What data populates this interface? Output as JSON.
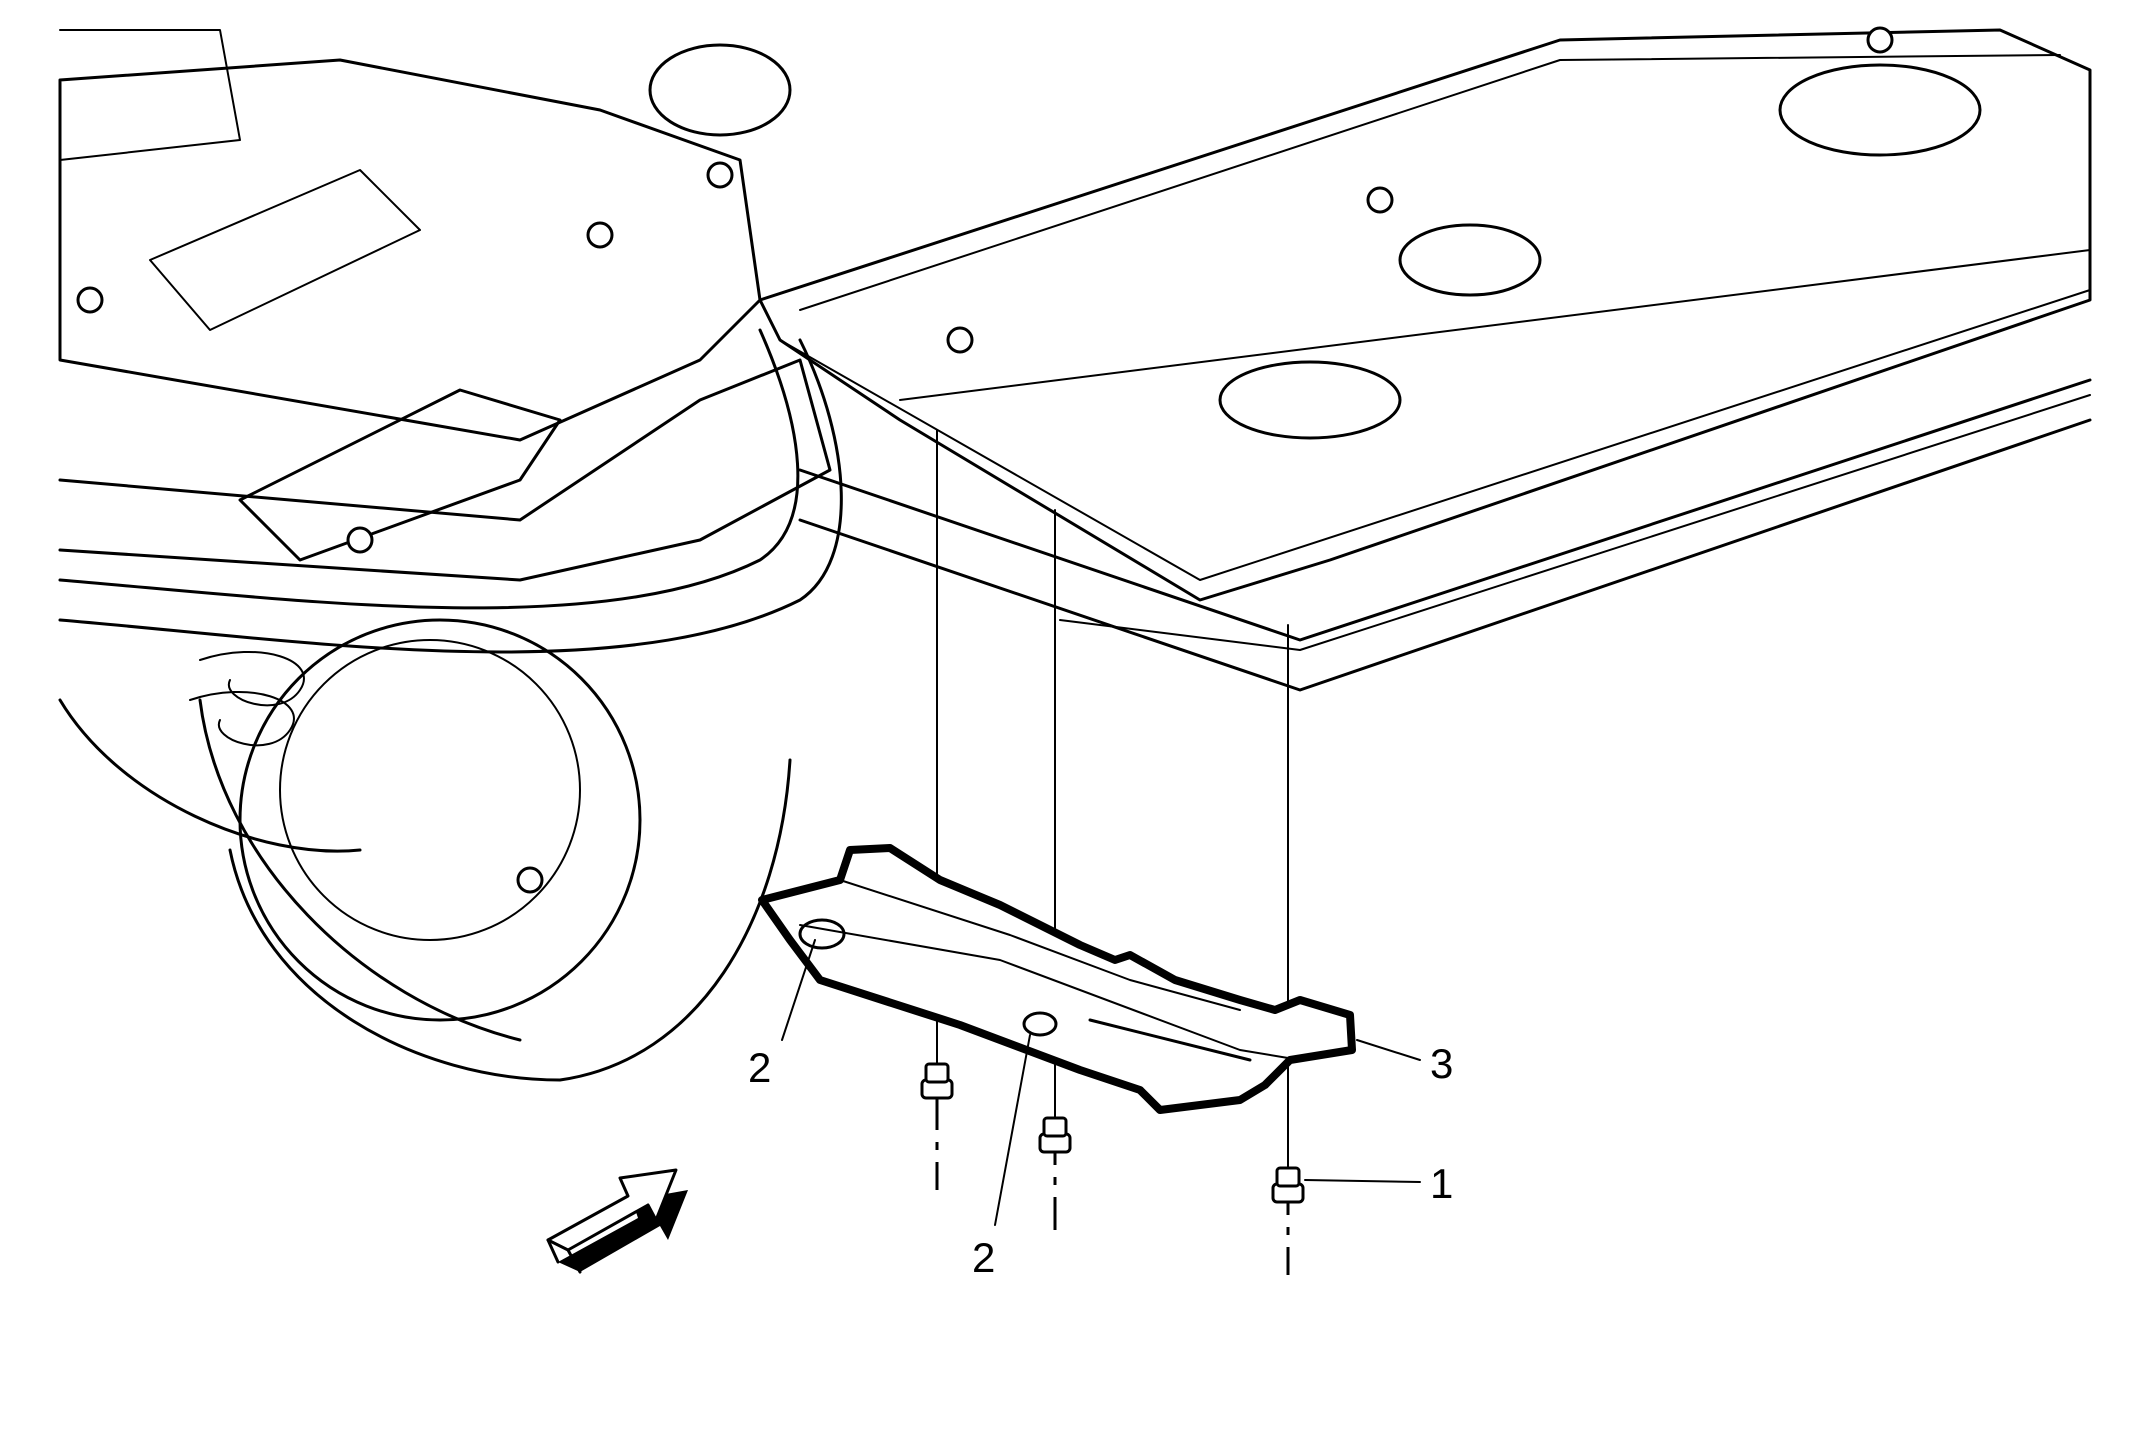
{
  "diagram": {
    "callouts": [
      {
        "id": "callout-1",
        "label": "1"
      },
      {
        "id": "callout-2a",
        "label": "2"
      },
      {
        "id": "callout-2b",
        "label": "2"
      },
      {
        "id": "callout-3",
        "label": "3"
      }
    ],
    "icons": {
      "direction_arrow": "forward-direction-arrow-icon"
    }
  }
}
